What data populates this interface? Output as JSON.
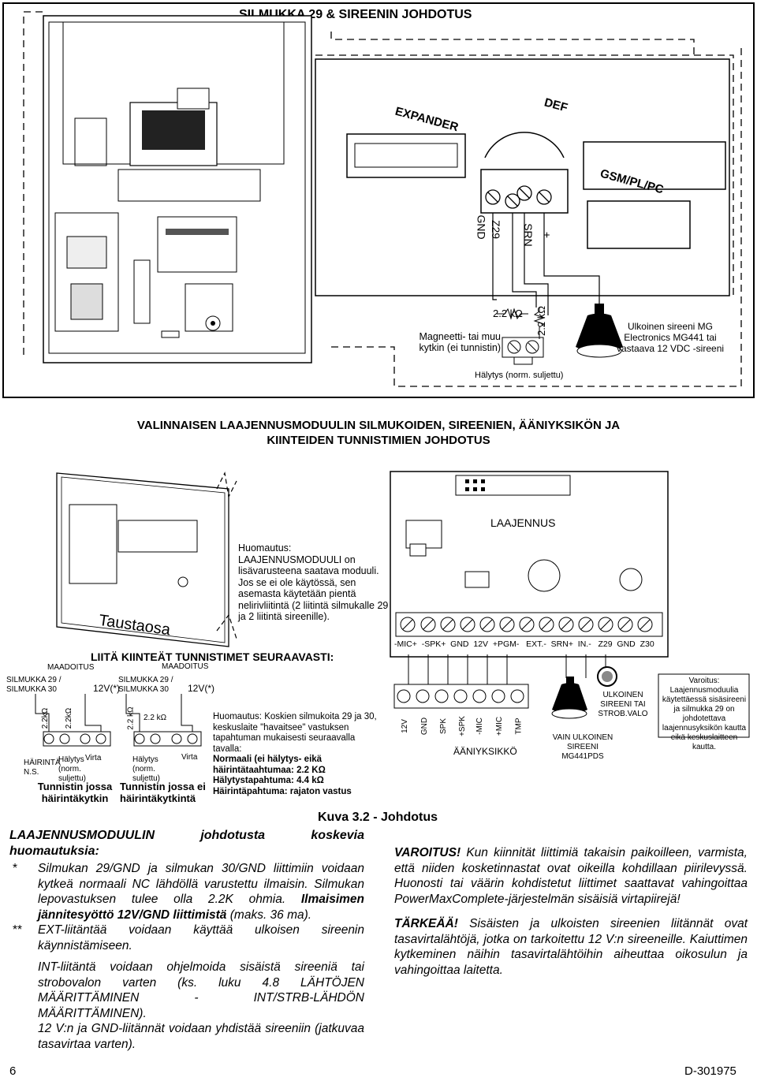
{
  "top_panel": {
    "title": "SILMUKKA 29 & SIREENIN JOHDOTUS",
    "expander_label": "EXPANDER",
    "def_label": "DEF",
    "gsm_label": "GSM/PL/PC",
    "terminals": [
      "GND",
      "Z29",
      "SRN",
      "+"
    ],
    "resistor1": "2.2 kΩ",
    "resistor2": "2.2 kΩ",
    "magnet_label": "Magneetti- tai muu kytkin (ei tunnistin)",
    "alarm_label": "Hälytys (norm. suljettu)",
    "siren_label": "Ulkoinen sireeni MG Electronics MG441 tai vastaava 12 VDC -sireeni"
  },
  "middle_title": "VALINNAISEN LAAJENNUSMODUULIN SILMUKOIDEN, SIREENIEN, ÄÄNIYKSIKÖN JA KIINTEIDEN TUNNISTIMIEN JOHDOTUS",
  "bottom_diagram": {
    "taustaosa": "Taustaosa",
    "laajennus": "LAAJENNUS",
    "note_module": "Huomautus: LAAJENNUSMODUULI on lisävarusteena saatava moduuli. Jos se ei ole käytössä, sen asemasta käytetään pientä nelirivliitintä (2 liitintä silmukalle 29 ja 2 liitintä sireenille).",
    "top_terminals": "-MIC+  -SPK+  GND  12V  +PGM-   EXT.-  SRN+  IN.-   Z29  GND  Z30",
    "liita": "LIITÄ KIINTEÄT TUNNISTIMET SEURAAVASTI:",
    "maadoitus1": "MAADOITUS",
    "maadoitus2": "MAADOITUS",
    "silmukka_left": "SILMUKKA 29 / SILMUKKA 30",
    "silmukka_mid": "SILMUKKA 29 / SILMUKKA 30",
    "v12_left": "12V(*)",
    "v12_mid": "12V(*)",
    "r_left1": "2.2kΩ",
    "r_left2": "2.2kΩ",
    "r_mid1": "2.2 kΩ",
    "r_mid2": "2.2 kΩ",
    "hairinta_ns": "HÄIRINTÄ N.S.",
    "halytys_left": "Hälytys (norm. suljettu)",
    "virta_left": "Virta",
    "halytys_mid": "Hälytys (norm. suljettu)",
    "virta_mid": "Virta",
    "tunnistin_left": "Tunnistin jossa häirintäkytkin",
    "tunnistin_mid": "Tunnistin jossa ei häirintäkytkintä",
    "note_loops_1": "Huomautus: Koskien silmukoita 29 ja 30, keskuslaite \"havaitsee\" vastuksen tapahtuman mukaisesti seuraavalla tavalla:",
    "note_loops_normal": "Normaali (ei hälytys- eikä häirintätaahtumaa: 2.2 KΩ",
    "note_loops_alarm": "Hälytystapahtuma: 4.4 kΩ",
    "note_loops_tamper": "Häirintäpahtuma: rajaton vastus",
    "bottom_terminals": [
      "12V",
      "GND",
      "SPK",
      "+SPK",
      "-MIC",
      "+MIC",
      "TMP"
    ],
    "aaniyksikko": "ÄÄNIYKSIKKÖ",
    "vain_ulkoinen": "VAIN ULKOINEN SIREENI MG441PDS",
    "ulkoinen_strob": "ULKOINEN SIREENI TAI STROB.VALO",
    "varoitus_box": "Varoitus: Laajennusmoduulia käytettäessä sisäsireeni ja silmukka 29 on johdotettava laajennusyksikön kautta eikä keskuslaitteen kautta."
  },
  "figure_caption": "Kuva 3.2 - Johdotus",
  "left_text": {
    "heading": "LAAJENNUSMODUULIN johdotusta koskevia huomautuksia:",
    "note1_star": "*",
    "note1_a": "Silmukan 29/GND ja silmukan 30/GND liittimiin voidaan kytkeä normaali NC lähdöllä varustettu ilmaisin. Silmukan lepovastuksen tulee olla 2.2K ohmia. ",
    "note1_b": "Ilmaisimen jännitesyöttö 12V/GND liittimistä",
    "note1_c": " (maks. 36 ma).",
    "note2_star": "**",
    "note2": "EXT-liitäntää voidaan käyttää ulkoisen sireenin käynnistämiseen.",
    "note3": "INT-liitäntä voidaan ohjelmoida sisäistä sireeniä tai strobovalon varten (ks. luku 4.8 LÄHTÖJEN MÄÄRITTÄMINEN - INT/STRB-LÄHDÖN MÄÄRITTÄMINEN).",
    "note4": "12 V:n ja GND-liitännät voidaan yhdistää sireeniin (jatkuvaa tasavirtaa varten)."
  },
  "right_text": {
    "varoitus_label": "VAROITUS!",
    "varoitus_text": " Kun kiinnität liittimiä takaisin paikoilleen, varmista, että niiden kosketinnastat ovat oikeilla kohdillaan piirilevyssä. Huonosti tai väärin kohdistetut liittimet saattavat vahingoittaa PowerMaxComplete-järjestelmän sisäisiä virtapiirejä!",
    "tarkeaa_label": "TÄRKEÄÄ!",
    "tarkeaa_text": " Sisäisten ja ulkoisten sireenien liitännät ovat tasavirtalähtöjä, jotka on tarkoitettu 12 V:n sireeneille. Kaiuttimen kytkeminen näihin tasavirtalähtöihin aiheuttaa oikosulun ja vahingoittaa laitetta."
  },
  "footer": {
    "page_number": "6",
    "doc_code": "D-301975"
  }
}
